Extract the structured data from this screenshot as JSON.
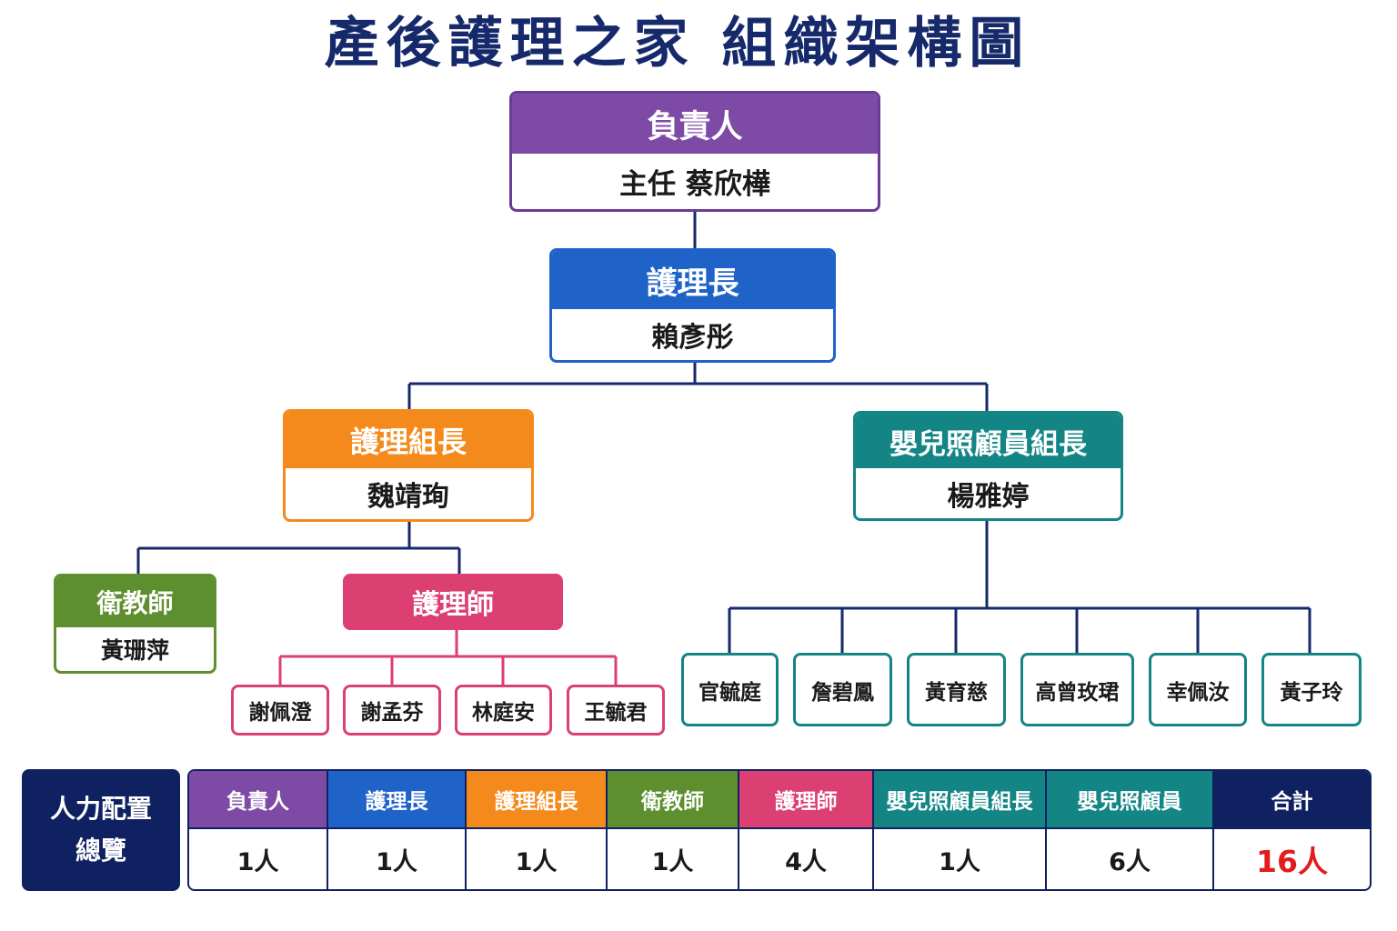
{
  "title": "產後護理之家 組織架構圖",
  "colors": {
    "navy": "#16296b",
    "purple": "#7d4aa6",
    "blue": "#1f63c9",
    "orange": "#f58a1c",
    "green": "#5e8f2e",
    "pink": "#dc3f72",
    "teal": "#148585",
    "red": "#e21b1b"
  },
  "director": {
    "role": "負責人",
    "name": "主任 蔡欣樺"
  },
  "head_nurse": {
    "role": "護理長",
    "name": "賴彥彤"
  },
  "nursing_leader": {
    "role": "護理組長",
    "name": "魏靖珣"
  },
  "infant_leader": {
    "role": "嬰兒照顧員組長",
    "name": "楊雅婷"
  },
  "health_educator": {
    "role": "衛教師",
    "name": "黃珊萍"
  },
  "nurse_group": {
    "role": "護理師",
    "members": [
      "謝佩澄",
      "謝孟芬",
      "林庭安",
      "王毓君"
    ]
  },
  "caregivers": [
    "官毓庭",
    "詹碧鳳",
    "黃育慈",
    "高曾玫珺",
    "幸佩汝",
    "黃子玲"
  ],
  "summary": {
    "label_line1": "人力配置",
    "label_line2": "總覽",
    "columns": [
      {
        "header": "負責人",
        "value": "1人"
      },
      {
        "header": "護理長",
        "value": "1人"
      },
      {
        "header": "護理組長",
        "value": "1人"
      },
      {
        "header": "衛教師",
        "value": "1人"
      },
      {
        "header": "護理師",
        "value": "4人"
      },
      {
        "header": "嬰兒照顧員組長",
        "value": "1人"
      },
      {
        "header": "嬰兒照顧員",
        "value": "6人"
      },
      {
        "header": "合計",
        "value": "16人"
      }
    ]
  }
}
